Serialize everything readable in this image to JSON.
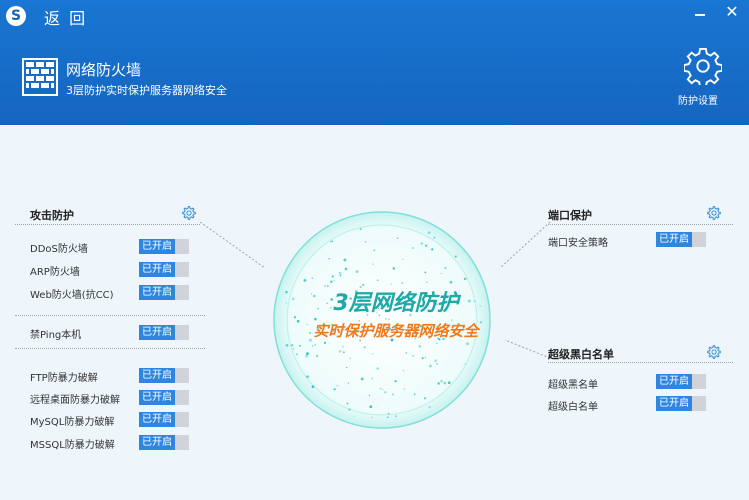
{
  "titlebar": {
    "back_label": "返 回",
    "logo_glyph": "S"
  },
  "header": {
    "title": "网络防火墙",
    "subtitle": "3层防护实时保护服务器网络安全",
    "settings_label": "防护设置"
  },
  "center": {
    "title": "3层网络防护",
    "subtitle": "实时保护服务器网络安全"
  },
  "attack": {
    "title": "攻击防护",
    "groups": [
      {
        "items": [
          {
            "label": "DDoS防火墙",
            "status": "已开启"
          },
          {
            "label": "ARP防火墙",
            "status": "已开启"
          },
          {
            "label": "Web防火墙(抗CC)",
            "status": "已开启"
          }
        ]
      },
      {
        "items": [
          {
            "label": "禁Ping本机",
            "status": "已开启"
          }
        ]
      },
      {
        "items": [
          {
            "label": "FTP防暴力破解",
            "status": "已开启"
          },
          {
            "label": "远程桌面防暴力破解",
            "status": "已开启"
          },
          {
            "label": "MySQL防暴力破解",
            "status": "已开启"
          },
          {
            "label": "MSSQL防暴力破解",
            "status": "已开启"
          }
        ]
      }
    ]
  },
  "port": {
    "title": "端口保护",
    "items": [
      {
        "label": "端口安全策略",
        "status": "已开启"
      }
    ]
  },
  "blacklist": {
    "title": "超级黑白名单",
    "items": [
      {
        "label": "超级黑名单",
        "status": "已开启"
      },
      {
        "label": "超级白名单",
        "status": "已开启"
      }
    ]
  },
  "colors": {
    "header_blue": "#1565c0",
    "toggle_on": "#2f86e0",
    "center_teal": "#1ea9a8",
    "center_orange": "#f07a1a"
  }
}
